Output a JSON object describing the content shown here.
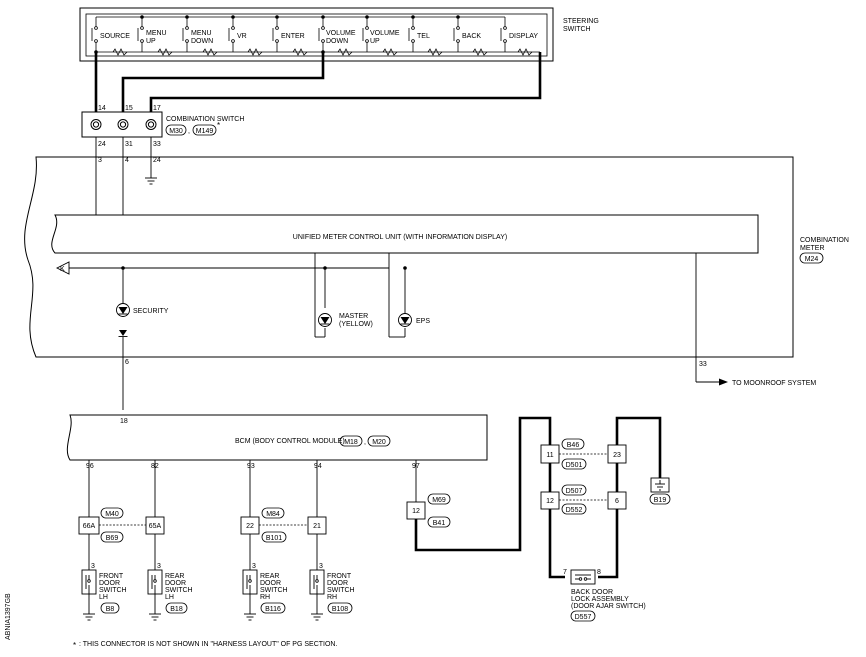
{
  "steering_switch": {
    "title_lines": [
      "STEERING",
      "SWITCH"
    ],
    "buttons": [
      {
        "lines": [
          "SOURCE"
        ]
      },
      {
        "lines": [
          "MENU",
          "UP"
        ]
      },
      {
        "lines": [
          "MENU",
          "DOWN"
        ]
      },
      {
        "lines": [
          "VR"
        ]
      },
      {
        "lines": [
          "ENTER"
        ]
      },
      {
        "lines": [
          "VOLUME",
          "DOWN"
        ]
      },
      {
        "lines": [
          "VOLUME",
          "UP"
        ]
      },
      {
        "lines": [
          "TEL"
        ]
      },
      {
        "lines": [
          "BACK"
        ]
      },
      {
        "lines": [
          "DISPLAY"
        ]
      }
    ]
  },
  "combination_switch": {
    "title": "COMBINATION SWITCH",
    "connectors": [
      "M30",
      "M149"
    ],
    "separator": ",",
    "asterisk": "*",
    "top_pins": [
      "14",
      "15",
      "17"
    ],
    "bottom_pins": [
      "24",
      "31",
      "33"
    ]
  },
  "combination_meter": {
    "title_lines": [
      "COMBINATION",
      "METER"
    ],
    "connector": "M24",
    "entry_pins": [
      "3",
      "4",
      "24"
    ],
    "unit_label": "UNIFIED METER CONTROL UNIT (WITH INFORMATION DISPLAY)",
    "arrow_label": "K",
    "security_label": "SECURITY",
    "master_lines": [
      "MASTER",
      "(YELLOW)"
    ],
    "eps_label": "EPS",
    "pin_security_out": "6",
    "pin_moonroof": "33",
    "moonroof_label": "TO MOONROOF SYSTEM"
  },
  "bcm": {
    "label": "BCM (BODY CONTROL MODULE)",
    "connectors": [
      "M18",
      "M20"
    ],
    "separator": ",",
    "pin_in": "18",
    "pins": [
      "96",
      "82",
      "93",
      "94",
      "97"
    ]
  },
  "harness": {
    "c1": {
      "top": "M40",
      "bottom": "B69",
      "left_pin": "66A",
      "right_pin": "65A"
    },
    "c2": {
      "top": "M84",
      "bottom": "B101",
      "left_pin": "22",
      "right_pin": "21"
    },
    "c3": {
      "top": "M69",
      "bottom": "B41",
      "pin": "12"
    },
    "c4": {
      "top": "B46",
      "bottom": "D501",
      "left_pin": "11",
      "right_pin": "23"
    },
    "c5": {
      "top": "D507",
      "bottom": "D552",
      "left_pin": "12",
      "right_pin": "6"
    },
    "ground_conn": "B19"
  },
  "door_switches": [
    {
      "pin": "3",
      "lines": [
        "FRONT",
        "DOOR",
        "SWITCH",
        "LH"
      ],
      "connector": "B8"
    },
    {
      "pin": "3",
      "lines": [
        "REAR",
        "DOOR",
        "SWITCH",
        "LH"
      ],
      "connector": "B18"
    },
    {
      "pin": "3",
      "lines": [
        "REAR",
        "DOOR",
        "SWITCH",
        "RH"
      ],
      "connector": "B116"
    },
    {
      "pin": "3",
      "lines": [
        "FRONT",
        "DOOR",
        "SWITCH",
        "RH"
      ],
      "connector": "B108"
    }
  ],
  "back_door": {
    "pin_left": "7",
    "pin_right": "8",
    "lines": [
      "BACK DOOR",
      "LOCK ASSEMBLY",
      "(DOOR AJAR SWITCH)"
    ],
    "connector": "D557"
  },
  "footnote": {
    "asterisk": "*",
    "text": ": THIS CONNECTOR IS NOT SHOWN IN \"HARNESS LAYOUT\" OF PG SECTION."
  },
  "side_code": "ABNIA1397GB"
}
